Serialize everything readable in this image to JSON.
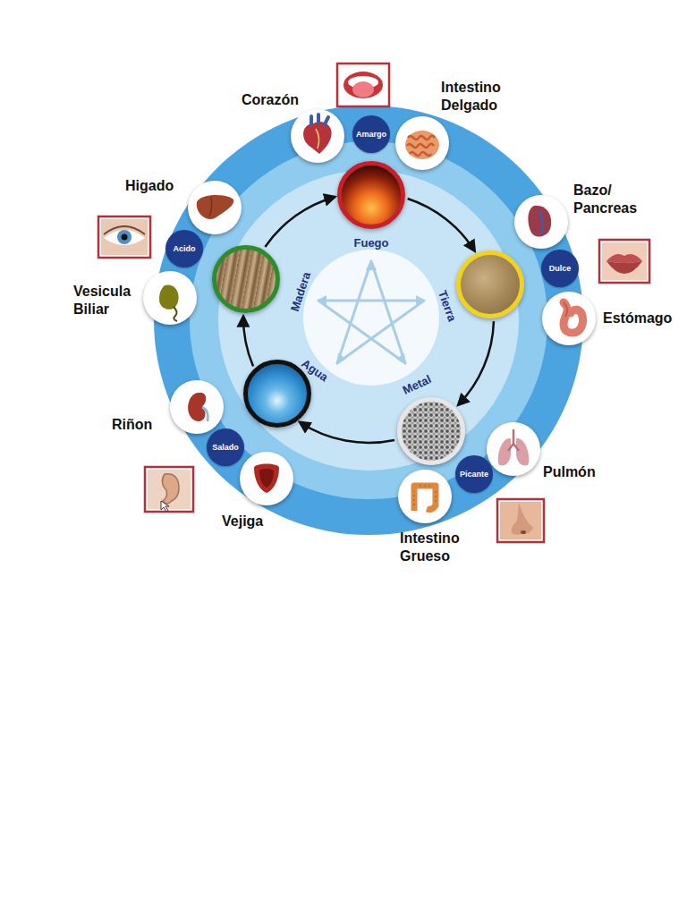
{
  "diagram": {
    "nodes": [
      {
        "text": [
          "Corazón"
        ]
      },
      {
        "text": [
          "Amargo"
        ]
      },
      {
        "text": [
          "Intestino Delgado"
        ]
      },
      {
        "text": [
          "Fuego"
        ]
      },
      {
        "text": [
          "Higado"
        ]
      },
      {
        "text": [
          "Acido"
        ]
      },
      {
        "text": [
          "Madera"
        ]
      },
      {
        "text": [
          "Vesicula Biliar"
        ]
      },
      {
        "text": [
          "Bazo/ Pancreas"
        ]
      },
      {
        "text": [
          "Dulce"
        ]
      },
      {
        "text": [
          "Tierra"
        ]
      },
      {
        "text": [
          "Estómago"
        ]
      },
      {
        "text": [
          "Agua"
        ]
      },
      {
        "text": [
          "Metal"
        ]
      },
      {
        "text": [
          "Riñon"
        ]
      },
      {
        "text": [
          "Salado"
        ]
      },
      {
        "text": [
          "Vejiga"
        ]
      },
      {
        "text": [
          "Pulmón"
        ]
      },
      {
        "text": [
          "Picante"
        ]
      },
      {
        "text": [
          "Intestino Grueso"
        ]
      }
    ],
    "edges": [
      {
        "from": 3,
        "to": 10,
        "arrow": "to"
      },
      {
        "from": 10,
        "to": 13,
        "arrow": "to"
      },
      {
        "from": 13,
        "to": 12,
        "arrow": "to"
      },
      {
        "from": 12,
        "to": 6,
        "arrow": "to"
      },
      {
        "from": 6,
        "to": 3,
        "arrow": "to"
      }
    ]
  }
}
